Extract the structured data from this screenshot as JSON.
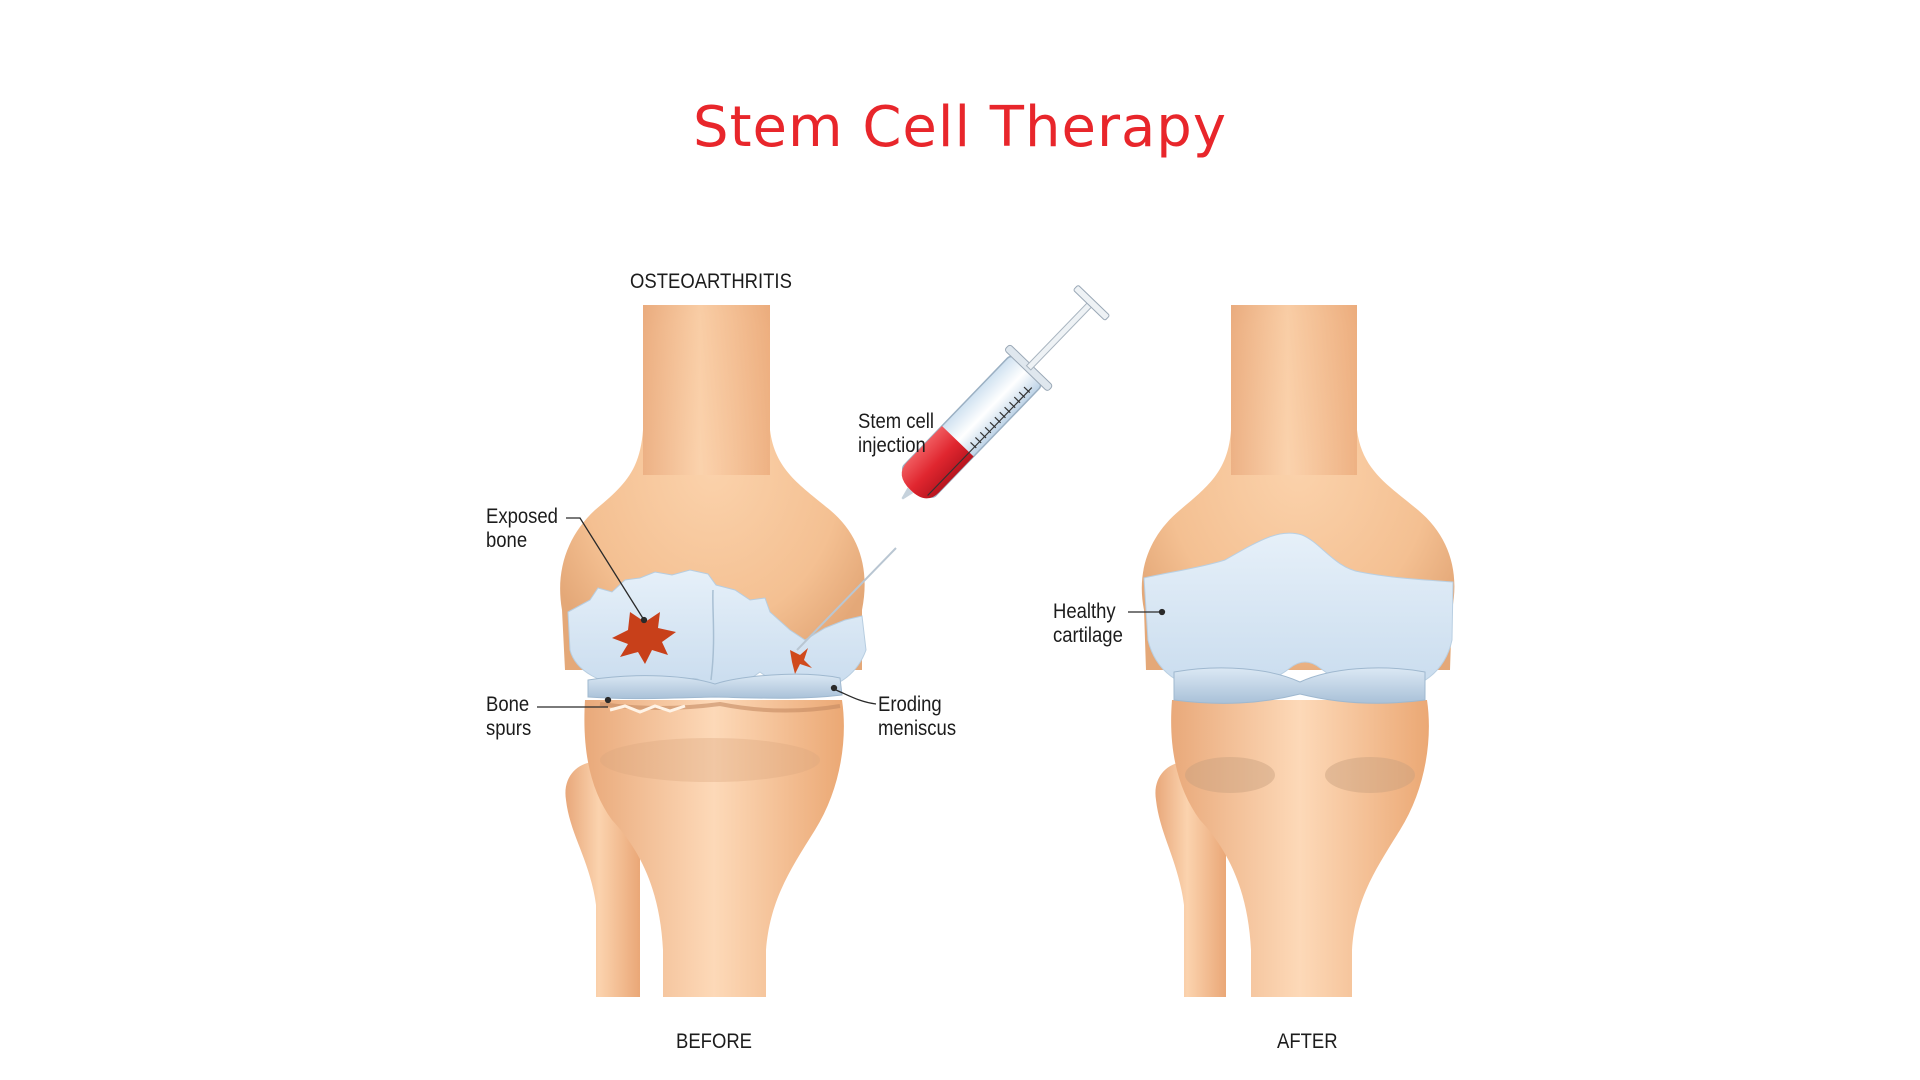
{
  "title": "Stem Cell Therapy",
  "colors": {
    "title": "#e8262b",
    "bone": "#f6c69c",
    "bone_shadow": "#e3a878",
    "cartilage": "#d6e6f3",
    "cartilage_shadow": "#a9c2d8",
    "lesion": "#c8401a",
    "syringe_fluid": "#d9232e",
    "label_text": "#1c1c1c"
  },
  "panels": {
    "before": {
      "header": "OSTEOARTHRITIS",
      "caption": "BEFORE",
      "labels": {
        "exposed_bone": "Exposed\nbone",
        "stem_cell_injection": "Stem cell\ninjection",
        "bone_spurs": "Bone\nspurs",
        "eroding_meniscus": "Eroding\nmeniscus"
      }
    },
    "after": {
      "caption": "AFTER",
      "labels": {
        "healthy_cartilage": "Healthy\ncartilage"
      }
    }
  }
}
